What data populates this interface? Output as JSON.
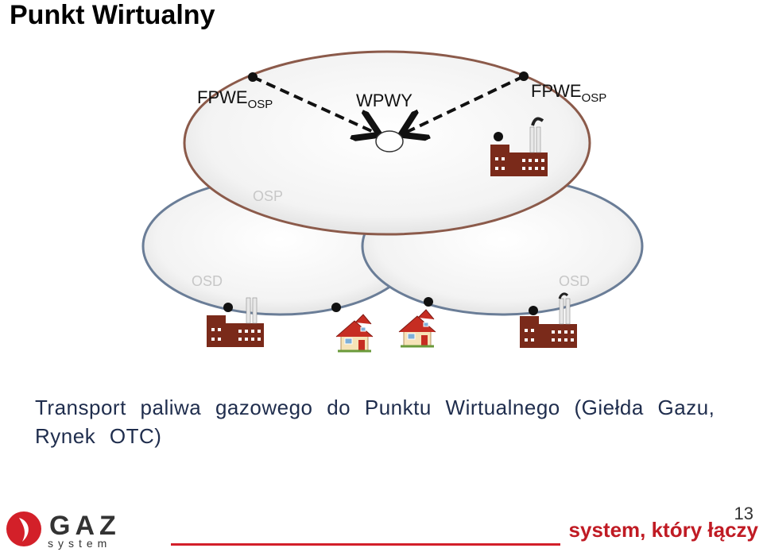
{
  "slide": {
    "title": "Punkt Wirtualny",
    "page_number": "13",
    "slogan": "system, który łączy"
  },
  "diagram": {
    "osp_ellipse_label": "OSP",
    "osd_left_label": "OSD",
    "osd_right_label": "OSD",
    "fpwe_left": "FPWE",
    "fpwe_left_sub": "OSP",
    "wpwy": "WPWY",
    "fpwe_right": "FPWE",
    "fpwe_right_sub": "OSP"
  },
  "caption": "Transport paliwa gazowego do Punktu Wirtualnego (Giełda Gazu, Rynek OTC)",
  "logo": {
    "brand": "GAZ",
    "sub": "system"
  },
  "colors": {
    "osp_border": "#8b5a4a",
    "osd_border": "#6a7d97",
    "factory": "#7a2a1a",
    "slogan": "#c01b24",
    "caption": "#1f2d4d"
  }
}
